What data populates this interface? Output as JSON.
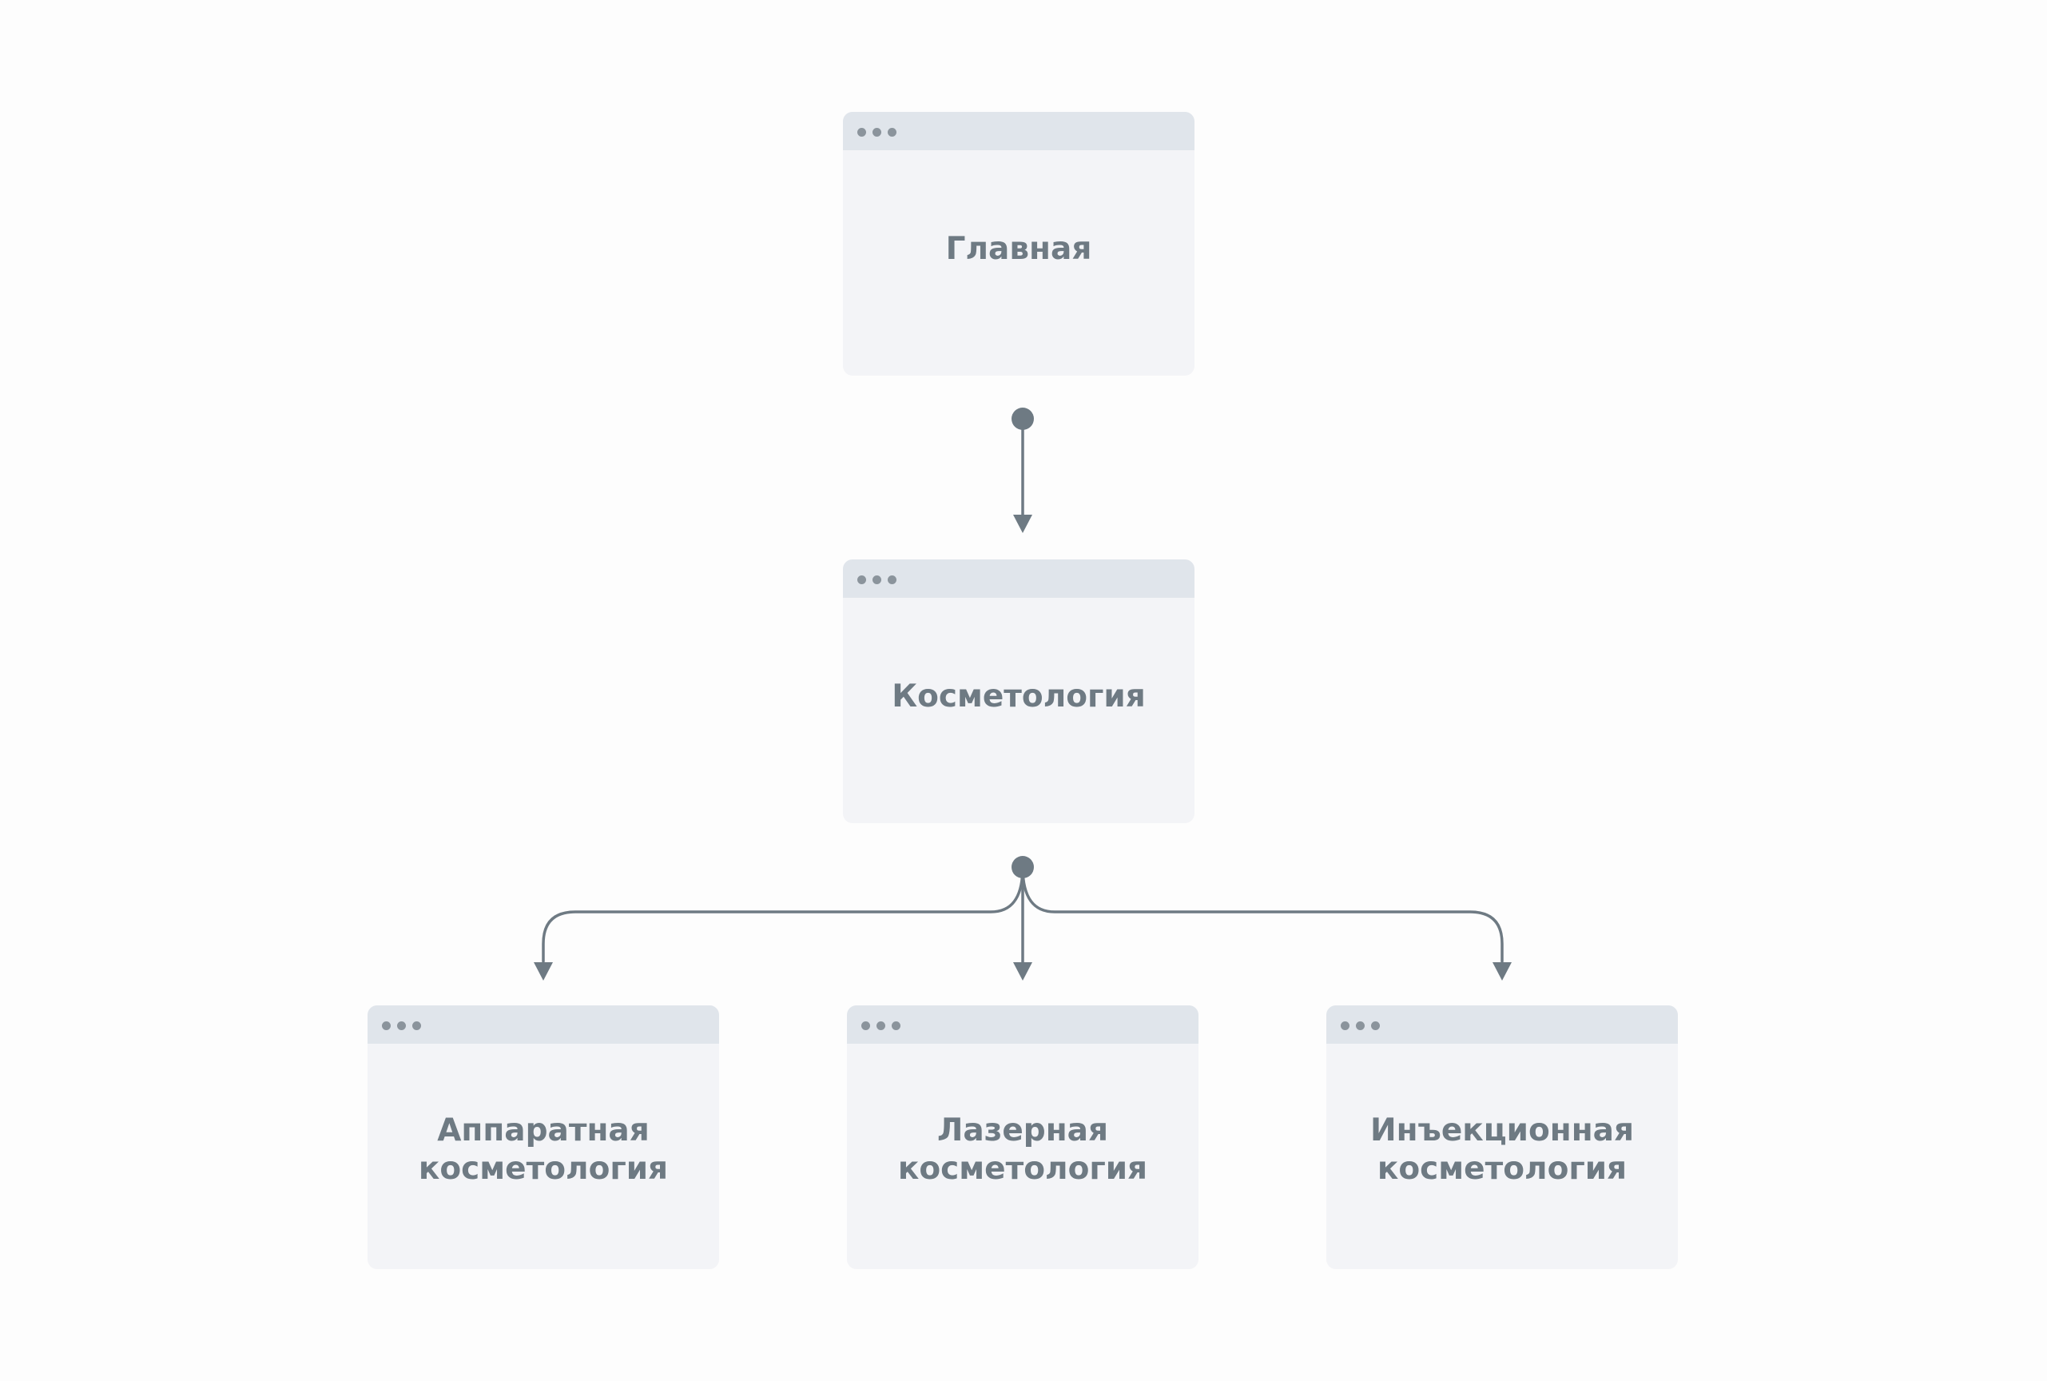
{
  "colors": {
    "background": "#fdfdfd",
    "card_body": "#f3f4f7",
    "card_titlebar": "#e0e5eb",
    "titlebar_dots": "#8b949c",
    "label_text": "#6e7a83",
    "connector": "#6e7a83"
  },
  "nodes": {
    "home": {
      "label": "Главная"
    },
    "cosmetology": {
      "label": "Косметология"
    },
    "hardware": {
      "label": "Аппаратная\nкосметология"
    },
    "laser": {
      "label": "Лазерная\nкосметология"
    },
    "injection": {
      "label": "Инъекционная\nкосметология"
    }
  },
  "edges": [
    {
      "from": "home",
      "to": "cosmetology"
    },
    {
      "from": "cosmetology",
      "to": "hardware"
    },
    {
      "from": "cosmetology",
      "to": "laser"
    },
    {
      "from": "cosmetology",
      "to": "injection"
    }
  ]
}
